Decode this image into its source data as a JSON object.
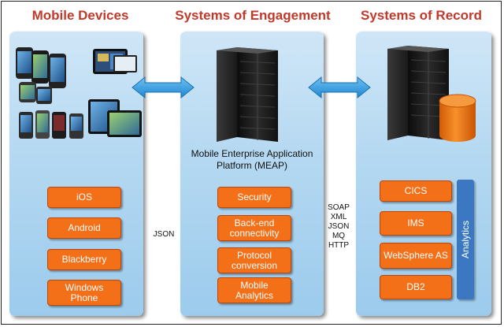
{
  "columns": {
    "mobile": {
      "title": "Mobile Devices",
      "items": [
        "iOS",
        "Android",
        "Blackberry",
        "Windows Phone"
      ]
    },
    "engagement": {
      "title": "Systems of Engagement",
      "platform_label": "Mobile Enterprise Application Platform (MEAP)",
      "items": [
        "Security",
        "Back-end connectivity",
        "Protocol conversion",
        "Mobile Analytics"
      ]
    },
    "record": {
      "title": "Systems of Record",
      "items": [
        "CICS",
        "IMS",
        "WebSphere AS",
        "DB2"
      ],
      "analytics_label": "Analytics"
    }
  },
  "connectors": {
    "left_protocol": "JSON",
    "right_protocols": [
      "SOAP",
      "XML",
      "JSON",
      "MQ",
      "HTTP"
    ]
  },
  "icons": [
    "smartphone-icon",
    "tablet-icon",
    "server-icon",
    "database-icon",
    "bidirectional-arrow-icon"
  ],
  "colors": {
    "title": "#c0392b",
    "pill": "#f36f18",
    "panel": "#b4d8f1",
    "arrow": "#3b9ee0",
    "analytics_bar": "#3b78c1",
    "database": "#f07a10"
  }
}
